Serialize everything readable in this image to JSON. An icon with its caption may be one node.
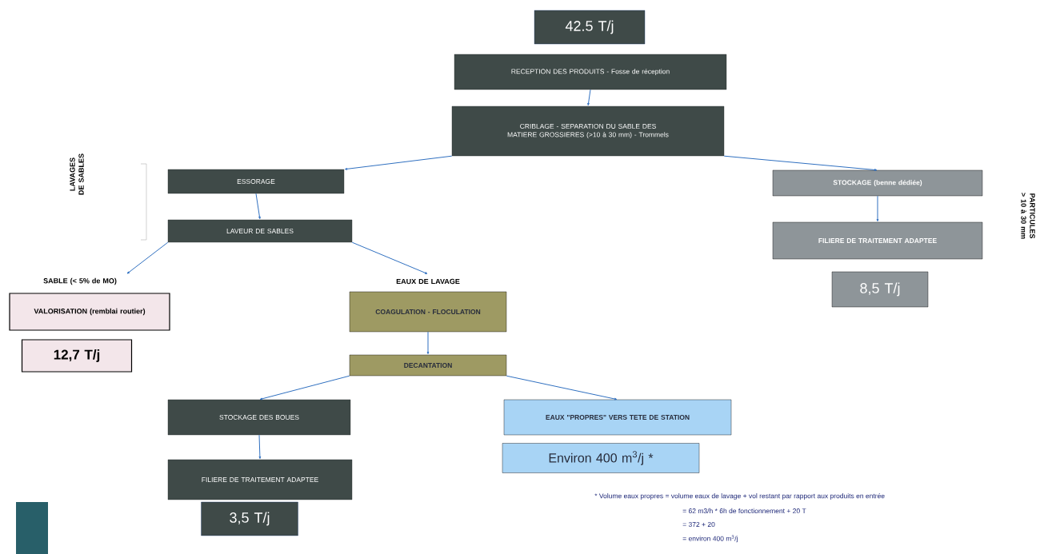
{
  "diagram": {
    "nodes": [
      {
        "text": [
          "42.5 T/j"
        ]
      },
      {
        "text": [
          "RECEPTION DES PRODUITS - Fosse de réception"
        ]
      },
      {
        "text": [
          "CRIBLAGE - SEPARATION DU SABLE DES MATIERE GROSSIERES (>10 à 30 mm) - Trommels"
        ]
      },
      {
        "text": [
          "ESSORAGE"
        ]
      },
      {
        "text": [
          "LAVEUR DE SABLES"
        ]
      },
      {
        "text": [
          "SABLE (< 5% de MO)"
        ]
      },
      {
        "text": [
          "VALORISATION (remblai routier)"
        ]
      },
      {
        "text": [
          "12,7 T/j"
        ]
      },
      {
        "text": [
          "EAUX DE LAVAGE"
        ]
      },
      {
        "text": [
          "COAGULATION - FLOCULATION"
        ]
      },
      {
        "text": [
          "DECANTATION"
        ]
      },
      {
        "text": [
          "STOCKAGE DES BOUES"
        ]
      },
      {
        "text": [
          "FILIERE DE TRAITEMENT ADAPTEE"
        ]
      },
      {
        "text": [
          "3,5 T/j"
        ]
      },
      {
        "text": [
          "EAUX \"PROPRES\" VERS TETE DE STATION"
        ]
      },
      {
        "text": [
          "Environ 400 m$^{3}$/j *"
        ]
      },
      {
        "text": [
          "STOCKAGE (benne dédiée)"
        ]
      },
      {
        "text": [
          "FILIERE DE TRAITEMENT ADAPTEE"
        ]
      },
      {
        "text": [
          "8,5 T/j"
        ]
      }
    ],
    "edges": [
      {
        "from": 1,
        "to": 2,
        "arrow": "to"
      },
      {
        "from": 2,
        "to": 3,
        "arrow": "to"
      },
      {
        "from": 2,
        "to": 16,
        "arrow": "to"
      },
      {
        "from": 3,
        "to": 4,
        "arrow": "to"
      },
      {
        "from": 4,
        "to": 5,
        "arrow": "to"
      },
      {
        "from": 4,
        "to": 8,
        "arrow": "to"
      },
      {
        "from": 9,
        "to": 10,
        "arrow": "to"
      },
      {
        "from": 10,
        "to": 11,
        "arrow": "to"
      },
      {
        "from": 10,
        "to": 14,
        "arrow": "to"
      },
      {
        "from": 11,
        "to": 12,
        "arrow": "to"
      },
      {
        "from": 16,
        "to": 17,
        "arrow": "to"
      }
    ],
    "labels": [
      "LAVAGES DE SABLES",
      "PARTICULES > 10 à 30 mm",
      "* Volume eaux propres = volume eaux de lavage + vol restant par rapport aux produits en entrée",
      "= 62 m3/h * 6h de fonctionnement + 20 T",
      "= 372 + 20",
      "= environ 400 m$^{3}$/j"
    ]
  }
}
